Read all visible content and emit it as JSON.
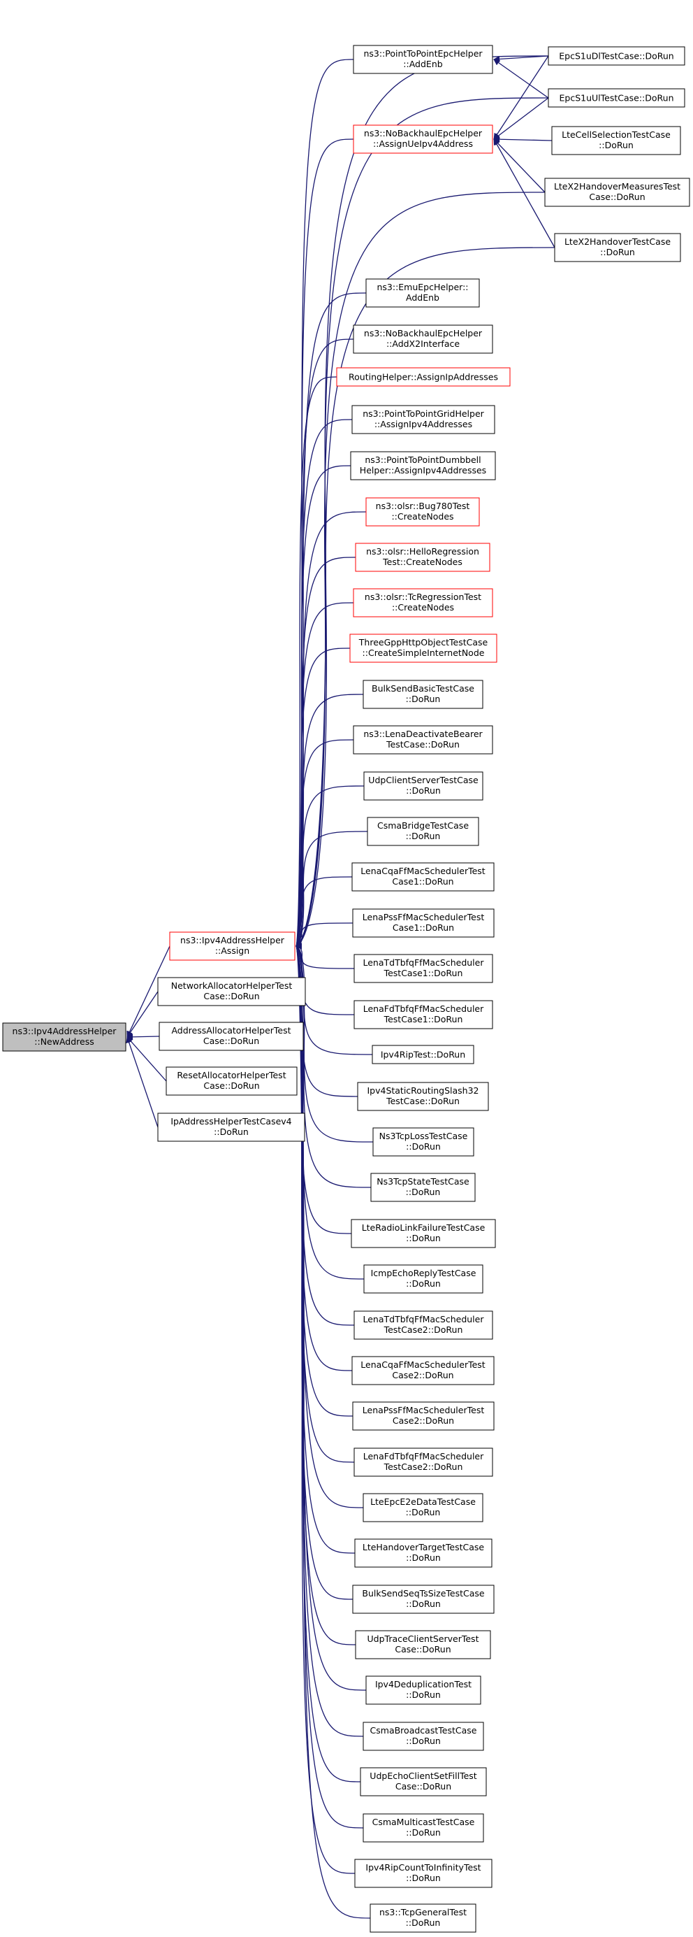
{
  "root": {
    "lines": [
      "ns3::Ipv4AddressHelper",
      "::NewAddress"
    ],
    "fill": "#bfbfbf",
    "border": "#000000"
  },
  "colors": {
    "edge": "#191970",
    "node_border": "#000000",
    "node_border_highlight": "#ff0000",
    "background": "#ffffff"
  },
  "nodes": [
    {
      "id": "assign",
      "lines": [
        "ns3::Ipv4AddressHelper",
        "::Assign"
      ],
      "highlight": true
    },
    {
      "id": "netalloc",
      "lines": [
        "NetworkAllocatorHelperTest",
        "Case::DoRun"
      ]
    },
    {
      "id": "addralloc",
      "lines": [
        "AddressAllocatorHelperTest",
        "Case::DoRun"
      ]
    },
    {
      "id": "resetalloc",
      "lines": [
        "ResetAllocatorHelperTest",
        "Case::DoRun"
      ]
    },
    {
      "id": "ipaddrv4",
      "lines": [
        "IpAddressHelperTestCasev4",
        "::DoRun"
      ]
    },
    {
      "id": "p2pepc",
      "lines": [
        "ns3::PointToPointEpcHelper",
        "::AddEnb"
      ]
    },
    {
      "id": "nobackhaul",
      "lines": [
        "ns3::NoBackhaulEpcHelper",
        "::AssignUeIpv4Address"
      ],
      "highlight": true
    },
    {
      "id": "epcdl",
      "lines": [
        "EpcS1uDlTestCase::DoRun"
      ]
    },
    {
      "id": "epcul",
      "lines": [
        "EpcS1uUlTestCase::DoRun"
      ]
    },
    {
      "id": "ltecell",
      "lines": [
        "LteCellSelectionTestCase",
        "::DoRun"
      ]
    },
    {
      "id": "ltex2meas",
      "lines": [
        "LteX2HandoverMeasuresTest",
        "Case::DoRun"
      ]
    },
    {
      "id": "ltex2",
      "lines": [
        "LteX2HandoverTestCase",
        "::DoRun"
      ]
    },
    {
      "id": "emuepc",
      "lines": [
        "ns3::EmuEpcHelper::",
        "AddEnb"
      ]
    },
    {
      "id": "nbx2",
      "lines": [
        "ns3::NoBackhaulEpcHelper",
        "::AddX2Interface"
      ]
    },
    {
      "id": "routing",
      "lines": [
        "RoutingHelper::AssignIpAddresses"
      ],
      "highlight": true
    },
    {
      "id": "p2pgrid",
      "lines": [
        "ns3::PointToPointGridHelper",
        "::AssignIpv4Addresses"
      ]
    },
    {
      "id": "p2pdumb",
      "lines": [
        "ns3::PointToPointDumbbell",
        "Helper::AssignIpv4Addresses"
      ]
    },
    {
      "id": "bug780",
      "lines": [
        "ns3::olsr::Bug780Test",
        "::CreateNodes"
      ],
      "highlight": true
    },
    {
      "id": "hello",
      "lines": [
        "ns3::olsr::HelloRegression",
        "Test::CreateNodes"
      ],
      "highlight": true
    },
    {
      "id": "tcreg",
      "lines": [
        "ns3::olsr::TcRegressionTest",
        "::CreateNodes"
      ],
      "highlight": true
    },
    {
      "id": "threegpp",
      "lines": [
        "ThreeGppHttpObjectTestCase",
        "::CreateSimpleInternetNode"
      ],
      "highlight": true
    },
    {
      "id": "bulkbasic",
      "lines": [
        "BulkSendBasicTestCase",
        "::DoRun"
      ]
    },
    {
      "id": "lenadeact",
      "lines": [
        "ns3::LenaDeactivateBearer",
        "TestCase::DoRun"
      ]
    },
    {
      "id": "udpcs",
      "lines": [
        "UdpClientServerTestCase",
        "::DoRun"
      ]
    },
    {
      "id": "csmabridge",
      "lines": [
        "CsmaBridgeTestCase",
        "::DoRun"
      ]
    },
    {
      "id": "lenacqa1",
      "lines": [
        "LenaCqaFfMacSchedulerTest",
        "Case1::DoRun"
      ]
    },
    {
      "id": "lenapss1",
      "lines": [
        "LenaPssFfMacSchedulerTest",
        "Case1::DoRun"
      ]
    },
    {
      "id": "lenatdtbfq1",
      "lines": [
        "LenaTdTbfqFfMacScheduler",
        "TestCase1::DoRun"
      ]
    },
    {
      "id": "lenafdtbfq1",
      "lines": [
        "LenaFdTbfqFfMacScheduler",
        "TestCase1::DoRun"
      ]
    },
    {
      "id": "ipv4rip",
      "lines": [
        "Ipv4RipTest::DoRun"
      ]
    },
    {
      "id": "ipv4static",
      "lines": [
        "Ipv4StaticRoutingSlash32",
        "TestCase::DoRun"
      ]
    },
    {
      "id": "ns3tcploss",
      "lines": [
        "Ns3TcpLossTestCase",
        "::DoRun"
      ]
    },
    {
      "id": "ns3tcpstate",
      "lines": [
        "Ns3TcpStateTestCase",
        "::DoRun"
      ]
    },
    {
      "id": "lteradio",
      "lines": [
        "LteRadioLinkFailureTestCase",
        "::DoRun"
      ]
    },
    {
      "id": "icmpecho",
      "lines": [
        "IcmpEchoReplyTestCase",
        "::DoRun"
      ]
    },
    {
      "id": "lenatdtbfq2",
      "lines": [
        "LenaTdTbfqFfMacScheduler",
        "TestCase2::DoRun"
      ]
    },
    {
      "id": "lenacqa2",
      "lines": [
        "LenaCqaFfMacSchedulerTest",
        "Case2::DoRun"
      ]
    },
    {
      "id": "lenapss2",
      "lines": [
        "LenaPssFfMacSchedulerTest",
        "Case2::DoRun"
      ]
    },
    {
      "id": "lenafdtbfq2",
      "lines": [
        "LenaFdTbfqFfMacScheduler",
        "TestCase2::DoRun"
      ]
    },
    {
      "id": "lteepce2e",
      "lines": [
        "LteEpcE2eDataTestCase",
        "::DoRun"
      ]
    },
    {
      "id": "ltehotarget",
      "lines": [
        "LteHandoverTargetTestCase",
        "::DoRun"
      ]
    },
    {
      "id": "bulkseq",
      "lines": [
        "BulkSendSeqTsSizeTestCase",
        "::DoRun"
      ]
    },
    {
      "id": "udptrace",
      "lines": [
        "UdpTraceClientServerTest",
        "Case::DoRun"
      ]
    },
    {
      "id": "ipv4dedup",
      "lines": [
        "Ipv4DeduplicationTest",
        "::DoRun"
      ]
    },
    {
      "id": "csmabcast",
      "lines": [
        "CsmaBroadcastTestCase",
        "::DoRun"
      ]
    },
    {
      "id": "udpechofill",
      "lines": [
        "UdpEchoClientSetFillTest",
        "Case::DoRun"
      ]
    },
    {
      "id": "csmamcast",
      "lines": [
        "CsmaMulticastTestCase",
        "::DoRun"
      ]
    },
    {
      "id": "ipv4ripcount",
      "lines": [
        "Ipv4RipCountToInfinityTest",
        "::DoRun"
      ]
    },
    {
      "id": "tcpgeneral",
      "lines": [
        "ns3::TcpGeneralTest",
        "::DoRun"
      ]
    }
  ],
  "edges": [
    [
      "root",
      "assign"
    ],
    [
      "root",
      "netalloc"
    ],
    [
      "root",
      "addralloc"
    ],
    [
      "root",
      "resetalloc"
    ],
    [
      "root",
      "ipaddrv4"
    ],
    [
      "assign",
      "p2pepc"
    ],
    [
      "assign",
      "nobackhaul"
    ],
    [
      "assign",
      "epcdl"
    ],
    [
      "assign",
      "epcul"
    ],
    [
      "assign",
      "ltex2meas"
    ],
    [
      "assign",
      "ltex2"
    ],
    [
      "assign",
      "emuepc"
    ],
    [
      "assign",
      "nbx2"
    ],
    [
      "assign",
      "routing"
    ],
    [
      "assign",
      "p2pgrid"
    ],
    [
      "assign",
      "p2pdumb"
    ],
    [
      "assign",
      "bug780"
    ],
    [
      "assign",
      "hello"
    ],
    [
      "assign",
      "tcreg"
    ],
    [
      "assign",
      "threegpp"
    ],
    [
      "assign",
      "bulkbasic"
    ],
    [
      "assign",
      "lenadeact"
    ],
    [
      "assign",
      "udpcs"
    ],
    [
      "assign",
      "csmabridge"
    ],
    [
      "assign",
      "lenacqa1"
    ],
    [
      "assign",
      "lenapss1"
    ],
    [
      "assign",
      "lenatdtbfq1"
    ],
    [
      "assign",
      "lenafdtbfq1"
    ],
    [
      "assign",
      "ipv4rip"
    ],
    [
      "assign",
      "ipv4static"
    ],
    [
      "assign",
      "ns3tcploss"
    ],
    [
      "assign",
      "ns3tcpstate"
    ],
    [
      "assign",
      "lteradio"
    ],
    [
      "assign",
      "icmpecho"
    ],
    [
      "assign",
      "lenatdtbfq2"
    ],
    [
      "assign",
      "lenacqa2"
    ],
    [
      "assign",
      "lenapss2"
    ],
    [
      "assign",
      "lenafdtbfq2"
    ],
    [
      "assign",
      "lteepce2e"
    ],
    [
      "assign",
      "ltehotarget"
    ],
    [
      "assign",
      "bulkseq"
    ],
    [
      "assign",
      "udptrace"
    ],
    [
      "assign",
      "ipv4dedup"
    ],
    [
      "assign",
      "csmabcast"
    ],
    [
      "assign",
      "udpechofill"
    ],
    [
      "assign",
      "csmamcast"
    ],
    [
      "assign",
      "ipv4ripcount"
    ],
    [
      "assign",
      "tcpgeneral"
    ],
    [
      "p2pepc",
      "epcdl"
    ],
    [
      "p2pepc",
      "epcul"
    ],
    [
      "nobackhaul",
      "epcdl"
    ],
    [
      "nobackhaul",
      "epcul"
    ],
    [
      "nobackhaul",
      "ltecell"
    ],
    [
      "nobackhaul",
      "ltex2meas"
    ],
    [
      "nobackhaul",
      "ltex2"
    ]
  ]
}
